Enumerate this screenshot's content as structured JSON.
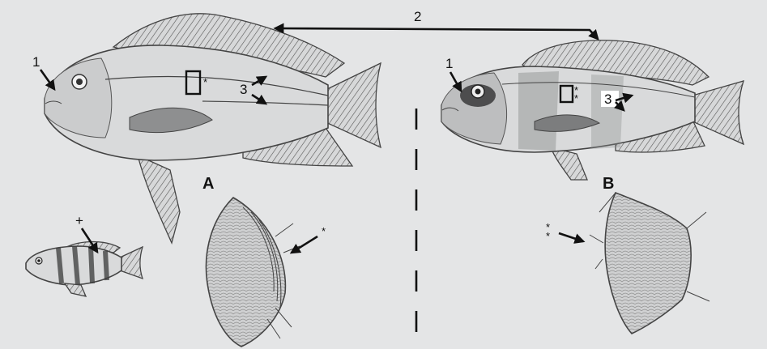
{
  "figure": {
    "arrow_between_label": "2",
    "fish_a": {
      "panel_label": "A",
      "callout_mouth": "1",
      "callout_lateral_line": "3",
      "scale_box_marker": "*"
    },
    "fish_b": {
      "panel_label": "B",
      "callout_mouth": "1",
      "callout_lateral_line": "3",
      "scale_box_marker_top": "*",
      "scale_box_marker_bottom": "*"
    },
    "juvenile_fish": {
      "marker": "+"
    },
    "scale_a": {
      "marker": "*"
    },
    "scale_b": {
      "marker_top": "*",
      "marker_bottom": "*"
    }
  }
}
